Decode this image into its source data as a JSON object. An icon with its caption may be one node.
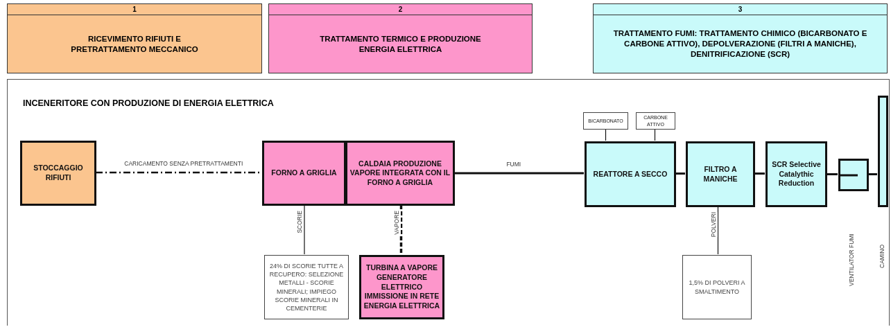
{
  "diagram": {
    "nodes": [
      {
        "text": [
          "1",
          "RICEVIMENTO RIFIUTI E PRETRATTAMENTO MECCANICO"
        ]
      },
      {
        "text": [
          "2",
          "TRATTAMENTO TERMICO E PRODUZIONE ENERGIA ELETTRICA"
        ]
      },
      {
        "text": [
          "3",
          "TRATTAMENTO FUMI: TRATTAMENTO CHIMICO (BICARBONATO E CARBONE ATTIVO), DEPOLVERAZIONE (FILTRI A MANICHE), DENITRIFICAZIONE (SCR)"
        ]
      },
      {
        "text": [
          "INCENERITORE CON PRODUZIONE DI ENERGIA ELETTRICA"
        ]
      },
      {
        "text": [
          "STOCCAGGIO RIFIUTI"
        ],
        "in": 3
      },
      {
        "text": [
          "FORNO A GRIGLIA"
        ],
        "in": 3
      },
      {
        "text": [
          "CALDAIA PRODUZIONE VAPORE INTEGRATA CON IL FORNO A GRIGLIA"
        ],
        "in": 3
      },
      {
        "text": [
          "BICARBONATO"
        ],
        "in": 3
      },
      {
        "text": [
          "CARBONE ATTIVO"
        ],
        "in": 3
      },
      {
        "text": [
          "REATTORE A SECCO"
        ],
        "in": 3
      },
      {
        "text": [
          "FILTRO A MANICHE"
        ],
        "in": 3
      },
      {
        "text": [
          "SCR Selective Catalythic Reduction"
        ],
        "in": 3
      },
      {
        "text": [],
        "shape": "box",
        "in": 3
      },
      {
        "text": [],
        "shape": "bar",
        "in": 3
      },
      {
        "text": [
          "24% DI SCORIE TUTTE A RECUPERO: SELEZIONE METALLI - SCORIE MINERALI; IMPIEGO SCORIE MINERALI IN CEMENTERIE"
        ],
        "in": 3
      },
      {
        "text": [
          "TURBINA A VAPORE GENERATORE ELETTRICO IMMISSIONE IN RETE ENERGIA ELETTRICA"
        ],
        "in": 3
      },
      {
        "text": [
          "1,5% DI POLVERI A SMALTIMENTO"
        ],
        "in": 3
      }
    ],
    "edges": [
      {
        "from": 4,
        "to": 5,
        "arrow": "none",
        "label": "CARICAMENTO SENZA PRETRATTAMENTI",
        "style": "dashed"
      },
      {
        "from": 6,
        "to": 9,
        "arrow": "none",
        "label": "FUMI"
      },
      {
        "from": 7,
        "to": 9,
        "arrow": "none"
      },
      {
        "from": 8,
        "to": 9,
        "arrow": "none"
      },
      {
        "from": 9,
        "to": 10,
        "arrow": "none"
      },
      {
        "from": 10,
        "to": 11,
        "arrow": "none"
      },
      {
        "from": 11,
        "to": 12,
        "arrow": "none"
      },
      {
        "from": 12,
        "to": 13,
        "arrow": "none"
      },
      {
        "from": 5,
        "to": 14,
        "arrow": "none",
        "label": "SCORIE"
      },
      {
        "from": 6,
        "to": 15,
        "arrow": "none",
        "label": "VAPORE",
        "style": "dashed"
      },
      {
        "from": 10,
        "to": 16,
        "arrow": "none",
        "label": "POLVERI"
      }
    ],
    "labels": [
      "VENTILATOR FUMI",
      "CAMINO"
    ]
  }
}
